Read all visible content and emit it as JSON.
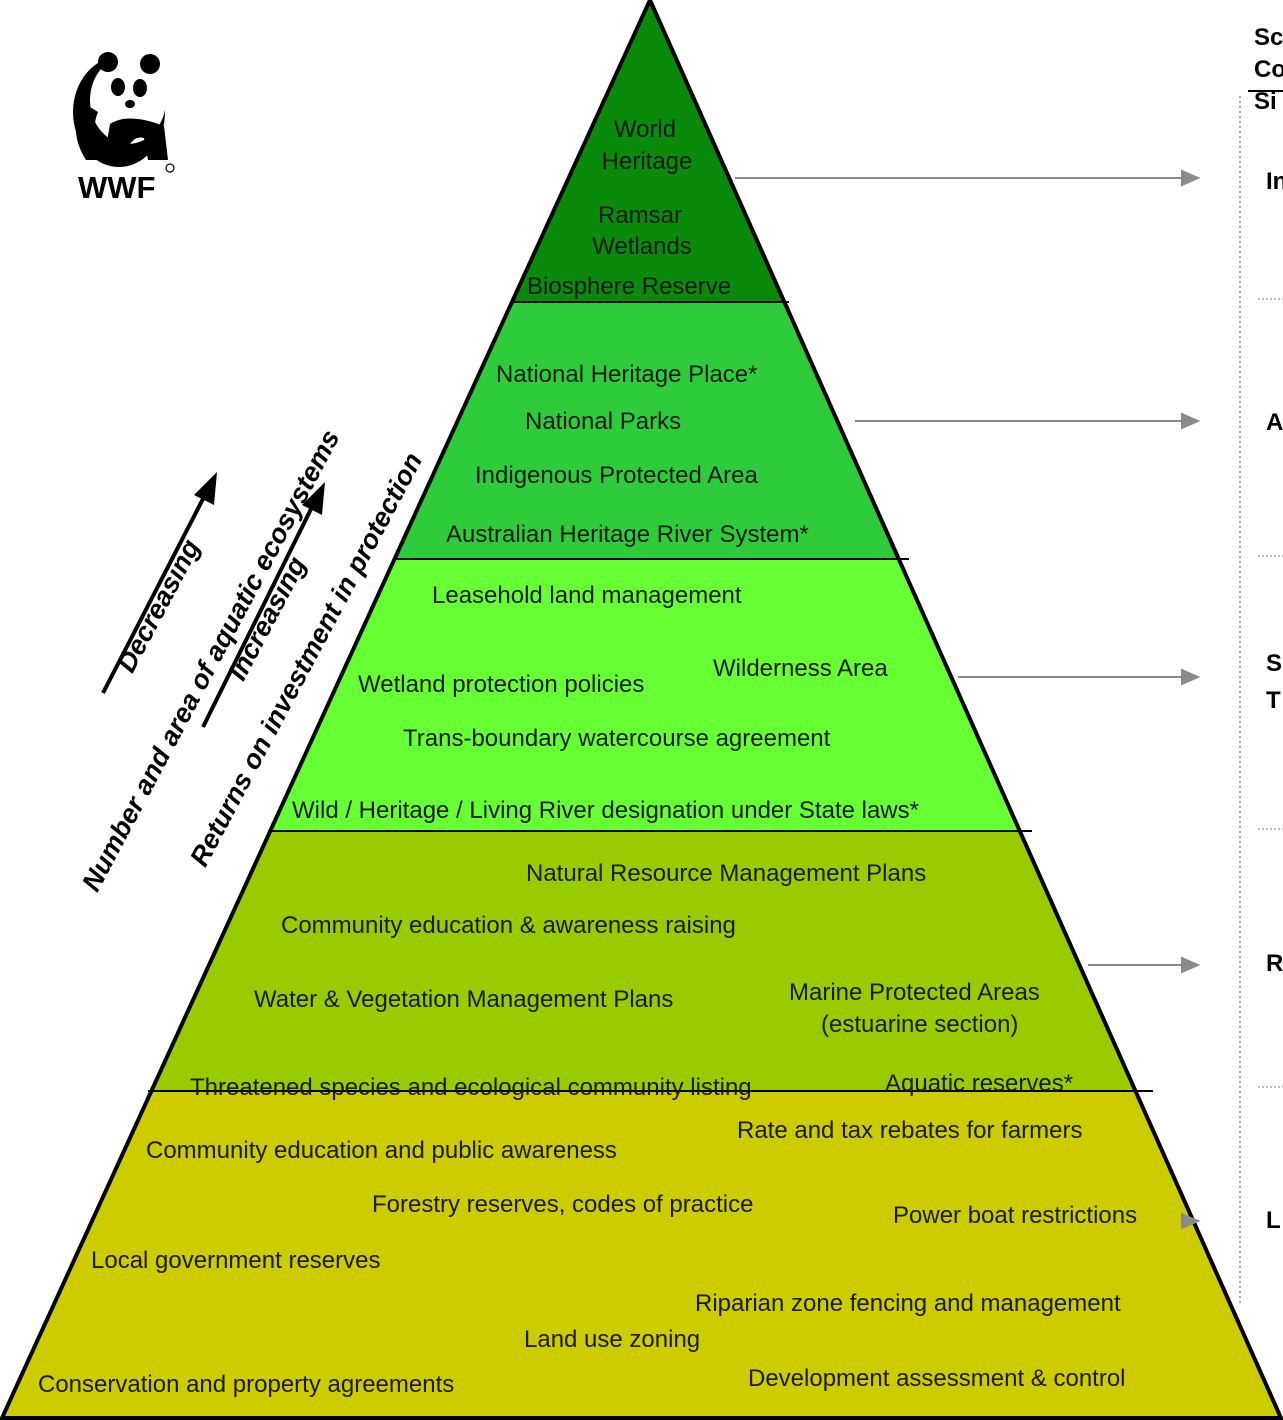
{
  "logo": {
    "text": "WWF"
  },
  "colors": {
    "tier1": "#0a8a0a",
    "tier2": "#2ecc3b",
    "tier3": "#66ff33",
    "tier4": "#99cc00",
    "tier5": "#cccc00",
    "arrow": "#888888"
  },
  "axis_labels": {
    "decreasing": "Decreasing",
    "number_area": "Number and area of aquatic ecosystems",
    "increasing": "Increasing",
    "returns": "Returns on investment in protection"
  },
  "header_lines": [
    "Sc",
    "Co",
    "Si"
  ],
  "side_labels": [
    "In",
    "A",
    "S",
    "T",
    "R",
    "L"
  ],
  "tiers": {
    "t1": [
      "World",
      "Heritage",
      "Ramsar",
      "Wetlands",
      "Biosphere Reserve"
    ],
    "t2": [
      "National Heritage Place*",
      "National Parks",
      "Indigenous Protected Area",
      "Australian Heritage River System*"
    ],
    "t3": [
      "Leasehold land management",
      "Wetland protection policies",
      "Wilderness Area",
      "Trans-boundary watercourse agreement",
      "Wild / Heritage / Living River designation under State laws*"
    ],
    "t4": [
      "Natural Resource Management Plans",
      "Community education & awareness raising",
      "Water & Vegetation Management Plans",
      "Marine Protected Areas",
      "(estuarine section)",
      "Threatened species and ecological community listing",
      "Aquatic reserves*"
    ],
    "t5": [
      "Community education and public awareness",
      "Rate and tax rebates for farmers",
      "Forestry reserves, codes of practice",
      "Power boat restrictions",
      "Local government reserves",
      "Riparian zone fencing and management",
      "Land use zoning",
      "Conservation and property agreements",
      "Development assessment & control"
    ]
  }
}
